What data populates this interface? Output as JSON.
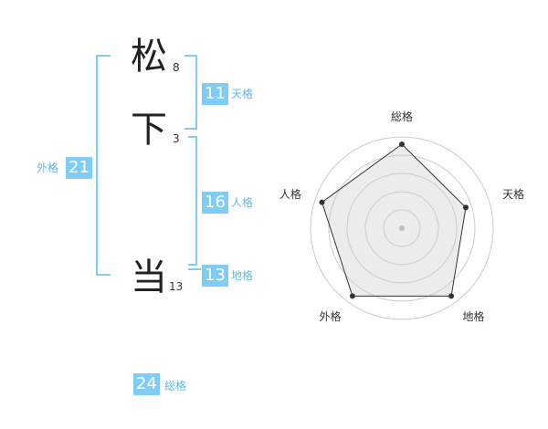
{
  "name": {
    "chars": [
      {
        "char": "松",
        "strokes": "8"
      },
      {
        "char": "下",
        "strokes": "3"
      },
      {
        "char": "当",
        "strokes": "13"
      }
    ]
  },
  "kaku": {
    "tenkaku": {
      "value": "11",
      "label": "天格"
    },
    "jinkaku": {
      "value": "16",
      "label": "人格"
    },
    "chikaku": {
      "value": "13",
      "label": "地格"
    },
    "gaikaku": {
      "value": "21",
      "label": "外格"
    },
    "soukaku": {
      "value": "24",
      "label": "総格"
    }
  },
  "chart_data": {
    "type": "radar",
    "axes": [
      "総格",
      "天格",
      "地格",
      "外格",
      "人格"
    ],
    "values": [
      5,
      4,
      5,
      5,
      5
    ],
    "max": 5,
    "rings": 5,
    "line_color": "#333333",
    "fill_color": "#dddddd"
  }
}
